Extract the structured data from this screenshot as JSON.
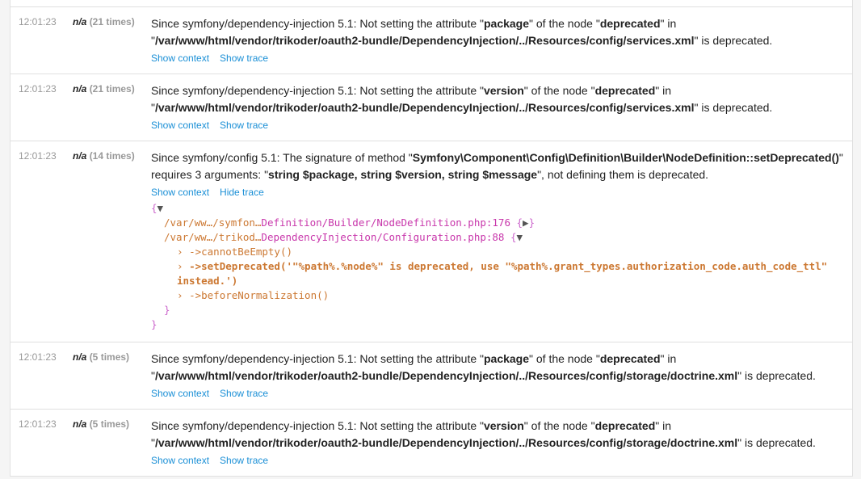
{
  "rows": [
    {
      "time": "12:01:23",
      "na": "n/a",
      "count": "(21 times)",
      "msg": {
        "p1": "Since symfony/dependency-injection 5.1: Not setting the attribute \"",
        "b1": "package",
        "p2": "\" of the node \"",
        "b2": "deprecated",
        "p3": "\" in \"",
        "b3": "/var/www/html/vendor/trikoder/oauth2-bundle/DependencyInjection/../Resources/config/services.xml",
        "p4": "\" is deprecated."
      },
      "link_context": "Show context",
      "link_trace": "Show trace"
    },
    {
      "time": "12:01:23",
      "na": "n/a",
      "count": "(21 times)",
      "msg": {
        "p1": "Since symfony/dependency-injection 5.1: Not setting the attribute \"",
        "b1": "version",
        "p2": "\" of the node \"",
        "b2": "deprecated",
        "p3": "\" in \"",
        "b3": "/var/www/html/vendor/trikoder/oauth2-bundle/DependencyInjection/../Resources/config/services.xml",
        "p4": "\" is deprecated."
      },
      "link_context": "Show context",
      "link_trace": "Show trace"
    },
    {
      "time": "12:01:23",
      "na": "n/a",
      "count": "(14 times)",
      "msg": {
        "p1": "Since symfony/config 5.1: The signature of method \"",
        "b1": "Symfony\\Component\\Config\\Definition\\Builder\\NodeDefinition::setDeprecated()",
        "p2": "\" requires 3 arguments: \"",
        "b2": "string $package, string $version, string $message",
        "p3": "\", not defining them is deprecated."
      },
      "link_context": "Show context",
      "link_trace": "Hide trace",
      "trace": {
        "open": "{",
        "open_toggle": "▼",
        "f1_dim": "/var/ww…/symfon…",
        "f1_path": "Definition/Builder/NodeDefinition.php:176",
        "f1_brace": " {",
        "f1_toggle": "▶",
        "f1_close": "}",
        "f2_dim": "/var/ww…/trikod…",
        "f2_path": "DependencyInjection/Configuration.php:88",
        "f2_brace": " {",
        "f2_toggle": "▼",
        "arrow": "›",
        "c1": "->cannotBeEmpty()",
        "c2": "->setDeprecated('\"%path%.%node%\" is deprecated, use \"%path%.grant_types.authorization_code.auth_code_ttl\" instead.')",
        "c3": "->beforeNormalization()",
        "inner_close": "}",
        "close": "}"
      }
    },
    {
      "time": "12:01:23",
      "na": "n/a",
      "count": "(5 times)",
      "msg": {
        "p1": "Since symfony/dependency-injection 5.1: Not setting the attribute \"",
        "b1": "package",
        "p2": "\" of the node \"",
        "b2": "deprecated",
        "p3": "\" in \"",
        "b3": "/var/www/html/vendor/trikoder/oauth2-bundle/DependencyInjection/../Resources/config/storage/doctrine.xml",
        "p4": "\" is deprecated."
      },
      "link_context": "Show context",
      "link_trace": "Show trace"
    },
    {
      "time": "12:01:23",
      "na": "n/a",
      "count": "(5 times)",
      "msg": {
        "p1": "Since symfony/dependency-injection 5.1: Not setting the attribute \"",
        "b1": "version",
        "p2": "\" of the node \"",
        "b2": "deprecated",
        "p3": "\" in \"",
        "b3": "/var/www/html/vendor/trikoder/oauth2-bundle/DependencyInjection/../Resources/config/storage/doctrine.xml",
        "p4": "\" is deprecated."
      },
      "link_context": "Show context",
      "link_trace": "Show trace"
    }
  ]
}
